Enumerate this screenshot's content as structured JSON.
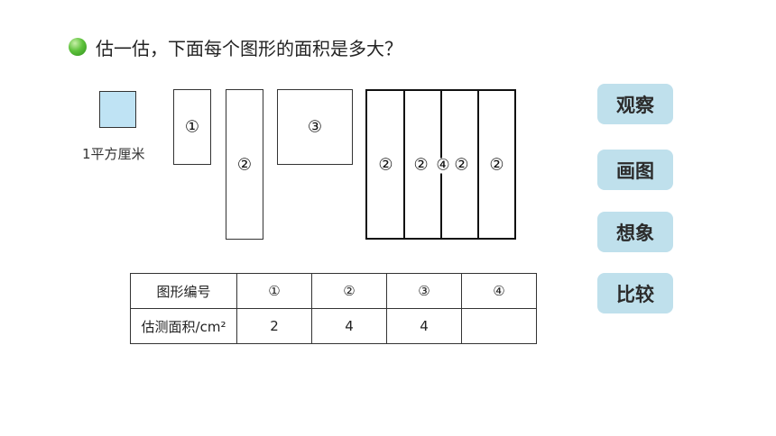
{
  "question": "估一估，下面每个图形的面积是多大？",
  "unit_label": "1平方厘米",
  "shapes": {
    "s1": "①",
    "s2": "②",
    "s3": "③",
    "s4_strips": [
      "②",
      "②",
      "②",
      "②"
    ],
    "s4": "④"
  },
  "table": {
    "row1": [
      "图形编号",
      "①",
      "②",
      "③",
      "④"
    ],
    "row2": [
      "估测面积/cm²",
      "2",
      "4",
      "4",
      ""
    ]
  },
  "buttons": [
    "观察",
    "画图",
    "想象",
    "比较"
  ]
}
